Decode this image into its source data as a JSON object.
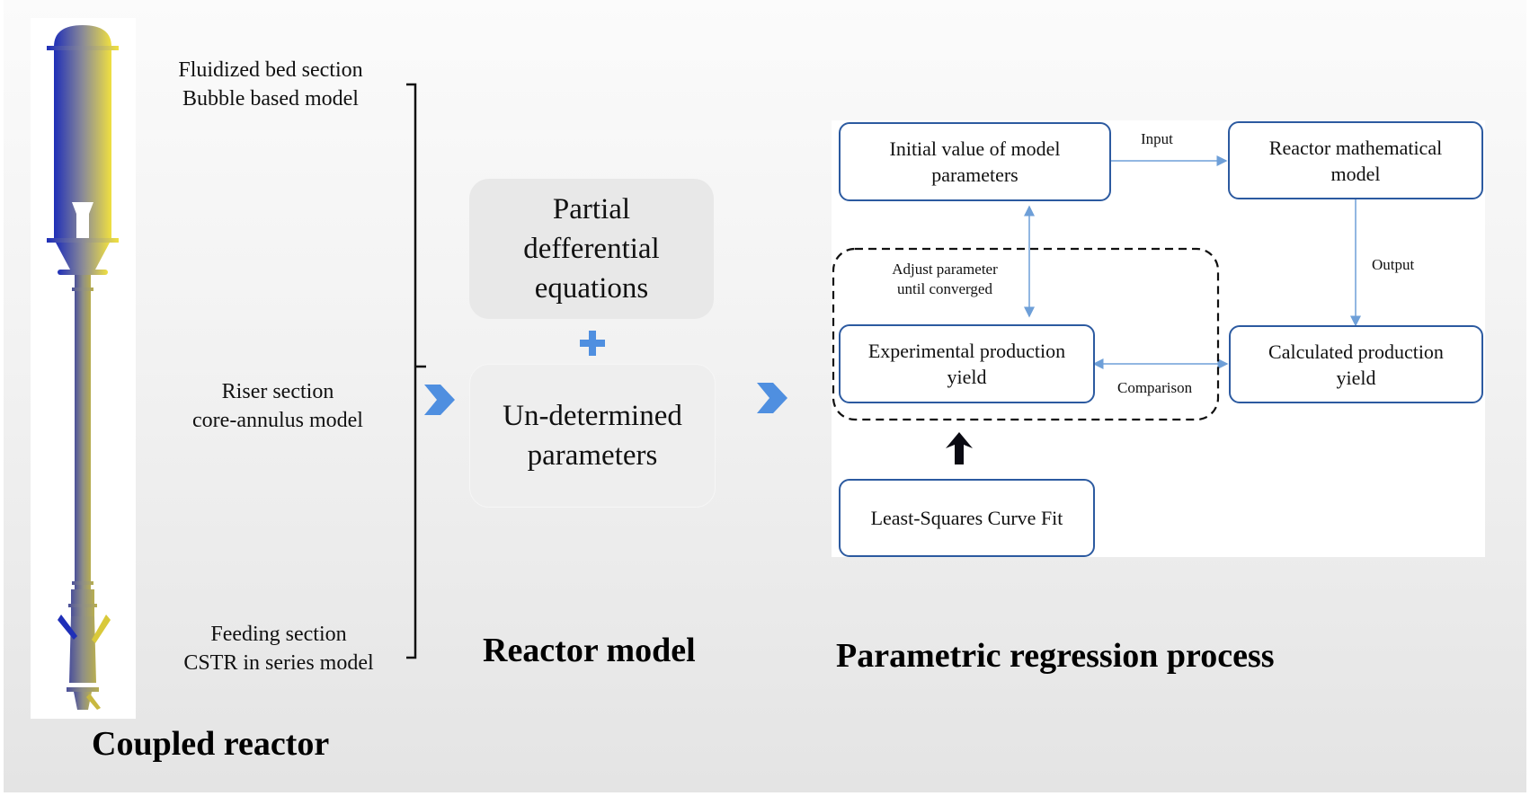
{
  "coupled_reactor": {
    "caption": "Coupled reactor",
    "sections": [
      {
        "line1": "Fluidized bed section",
        "line2": "Bubble based model"
      },
      {
        "line1": "Riser section",
        "line2": "core-annulus model"
      },
      {
        "line1": "Feeding section",
        "line2": "CSTR in series model"
      }
    ]
  },
  "reactor_model": {
    "caption": "Reactor model",
    "box1": {
      "line1": "Partial",
      "line2": "defferential",
      "line3": "equations"
    },
    "plus": "+",
    "box2": {
      "line1": "Un-determined",
      "line2": "parameters"
    }
  },
  "regression": {
    "caption": "Parametric regression process",
    "initial": {
      "line1": "Initial value of model",
      "line2": "parameters"
    },
    "reactor_math": {
      "line1": "Reactor mathematical",
      "line2": "model"
    },
    "experimental": {
      "line1": "Experimental production",
      "line2": "yield"
    },
    "calculated": {
      "line1": "Calculated production",
      "line2": "yield"
    },
    "least_squares": "Least-Squares Curve Fit",
    "input_label": "Input",
    "output_label": "Output",
    "comparison_label": "Comparison",
    "adjust": {
      "line1": "Adjust parameter",
      "line2": "until converged"
    }
  },
  "colors": {
    "reactor_blue": "#1f2fb8",
    "reactor_yellow": "#f0e040",
    "flow_arrow": "#4f8fe0",
    "box_border": "#2c5aa0",
    "connector": "#6e9fd8"
  }
}
